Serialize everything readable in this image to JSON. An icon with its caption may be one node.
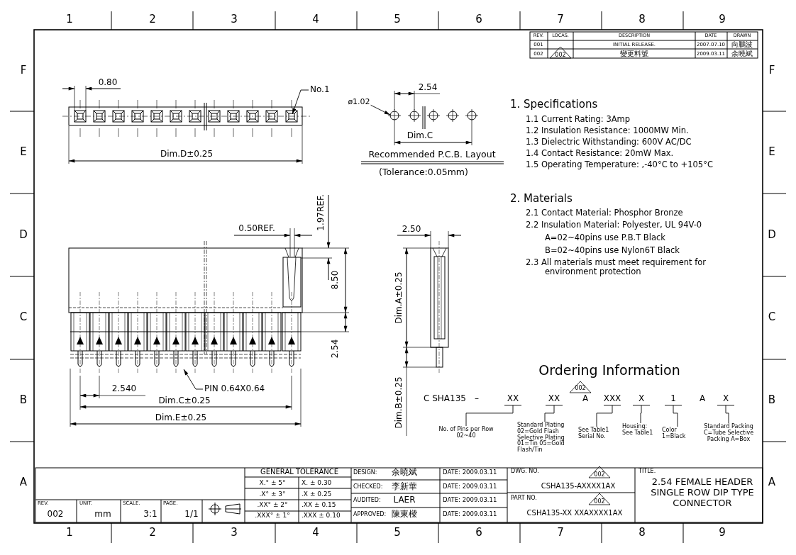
{
  "diagram": {
    "title": "2.54 FEMALE HEADER SINGLE ROW DIP TYPE CONNECTOR",
    "nodes": [
      {
        "text": [
          "No.1"
        ]
      },
      {
        "text": [
          "PIN 0.64X0.64"
        ]
      },
      {
        "text": [
          "ø1.02"
        ]
      },
      {
        "text": [
          "XX"
        ]
      },
      {
        "text": [
          "XX"
        ]
      },
      {
        "text": [
          "XXX"
        ]
      },
      {
        "text": [
          "X"
        ]
      },
      {
        "text": [
          "1"
        ]
      },
      {
        "text": [
          "X"
        ]
      },
      {
        "text": [
          "No. of Pins per Row 02~40"
        ]
      },
      {
        "text": [
          "Standard Plating 02=Gold Flash Selective Plating 01=Tin 05=Gold Flash/Tin"
        ]
      },
      {
        "text": [
          "See Table1 Serial No."
        ]
      },
      {
        "text": [
          "Housing: See Table1"
        ]
      },
      {
        "text": [
          "Color 1=Black"
        ]
      },
      {
        "text": [
          "Standard Packing C=Tube Selective Packing A=Box"
        ]
      }
    ],
    "edges": [
      {
        "from": 0,
        "to": null,
        "arrow": "to"
      },
      {
        "from": 1,
        "to": null,
        "arrow": "to"
      },
      {
        "from": 2,
        "to": null,
        "arrow": "to"
      },
      {
        "from": 9,
        "to": 3,
        "arrow": "none"
      },
      {
        "from": 10,
        "to": 4,
        "arrow": "none"
      },
      {
        "from": 11,
        "to": 5,
        "arrow": "none"
      },
      {
        "from": 12,
        "to": 6,
        "arrow": "none"
      },
      {
        "from": 13,
        "to": 7,
        "arrow": "none"
      },
      {
        "from": 14,
        "to": 8,
        "arrow": "none"
      }
    ],
    "labels": [
      "1",
      "2",
      "3",
      "4",
      "5",
      "6",
      "7",
      "8",
      "9",
      "F",
      "E",
      "D",
      "C",
      "B",
      "A",
      "F",
      "E",
      "D",
      "C",
      "B",
      "A",
      "1",
      "2",
      "3",
      "4",
      "5",
      "6",
      "7",
      "8",
      "9",
      "REV.",
      "LOCAS.",
      "DESCRIPTION",
      "DATE",
      "DRAWN",
      "001",
      "INITIAL RELEASE.",
      "2007.07.10",
      "向鵬波",
      "002",
      "002",
      "變更料號",
      "2009.03.11",
      "余曉斌",
      "0.80",
      "Dim.D±0.25",
      "2.54",
      "Dim.C",
      "Recommended P.C.B. Layout",
      "(Tolerance:0.05mm)",
      "1. Specifications",
      "1.1 Current Rating: 3Amp",
      "1.2 Insulation Resistance: 1000MW Min.",
      "1.3 Dielectric Withstanding: 600V AC/DC",
      "1.4 Contact Resistance: 20mW Max.",
      "1.5 Operating Temperature: ,-40°C to +105°C",
      "2. Materials",
      "2.1 Contact Material: Phosphor Bronze",
      "2.2 Insulation Material: Polyester, UL 94V-0",
      "A=02~40pins use P.B.T Black",
      "B=02~40pins use Nylon6T Black",
      "2.3 All materials must meet requirement for environment protection",
      "0.50REF.",
      "1.97REF.",
      "8.50",
      "2.54",
      "2.540",
      "Dim.C±0.25",
      "Dim.E±0.25",
      "2.50",
      "Dim.A±0.25",
      "Dim.B±0.25",
      "Ordering Information",
      "002",
      "C SHA135",
      "–",
      "A",
      "A",
      "REV.",
      "002",
      "UNIT.",
      "mm",
      "SCALE.",
      "3:1",
      "PAGE.",
      "1/1",
      "GENERAL TOLERANCE",
      "X.° ± 5°",
      "X. ± 0.30",
      ".X° ± 3°",
      ".X ± 0.25",
      ".XX° ± 2°",
      ".XX ± 0.15",
      ".XXX° ± 1°",
      ".XXX ± 0.10",
      "DESIGN:",
      "余曉斌",
      "DATE: 2009.03.11",
      "CHECKED:",
      "李新華",
      "DATE: 2009.03.11",
      "AUDITED:",
      "LAER",
      "DATE: 2009.03.11",
      "APPROVED:",
      "陳東樑",
      "DATE: 2009.03.11",
      "DWG. NO.",
      "002",
      "CSHA135-AXXXX1AX",
      "PART NO.",
      "002",
      "CSHA135-XX XXAXXXX1AX",
      "TITLE."
    ]
  }
}
